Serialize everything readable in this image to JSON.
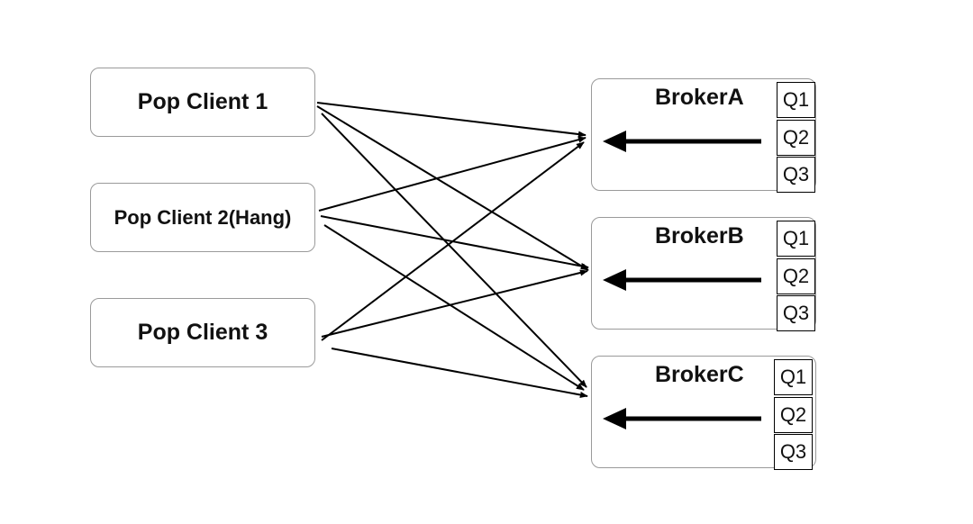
{
  "clients": [
    {
      "label": "Pop Client 1"
    },
    {
      "label": "Pop Client 2(Hang)"
    },
    {
      "label": "Pop Client 3"
    }
  ],
  "brokers": [
    {
      "title": "BrokerA",
      "queues": [
        "Q1",
        "Q2",
        "Q3"
      ]
    },
    {
      "title": "BrokerB",
      "queues": [
        "Q1",
        "Q2",
        "Q3"
      ]
    },
    {
      "title": "BrokerC",
      "queues": [
        "Q1",
        "Q2",
        "Q3"
      ]
    }
  ],
  "colors": {
    "stroke": "#000000",
    "box_border": "#9a9a9a"
  }
}
